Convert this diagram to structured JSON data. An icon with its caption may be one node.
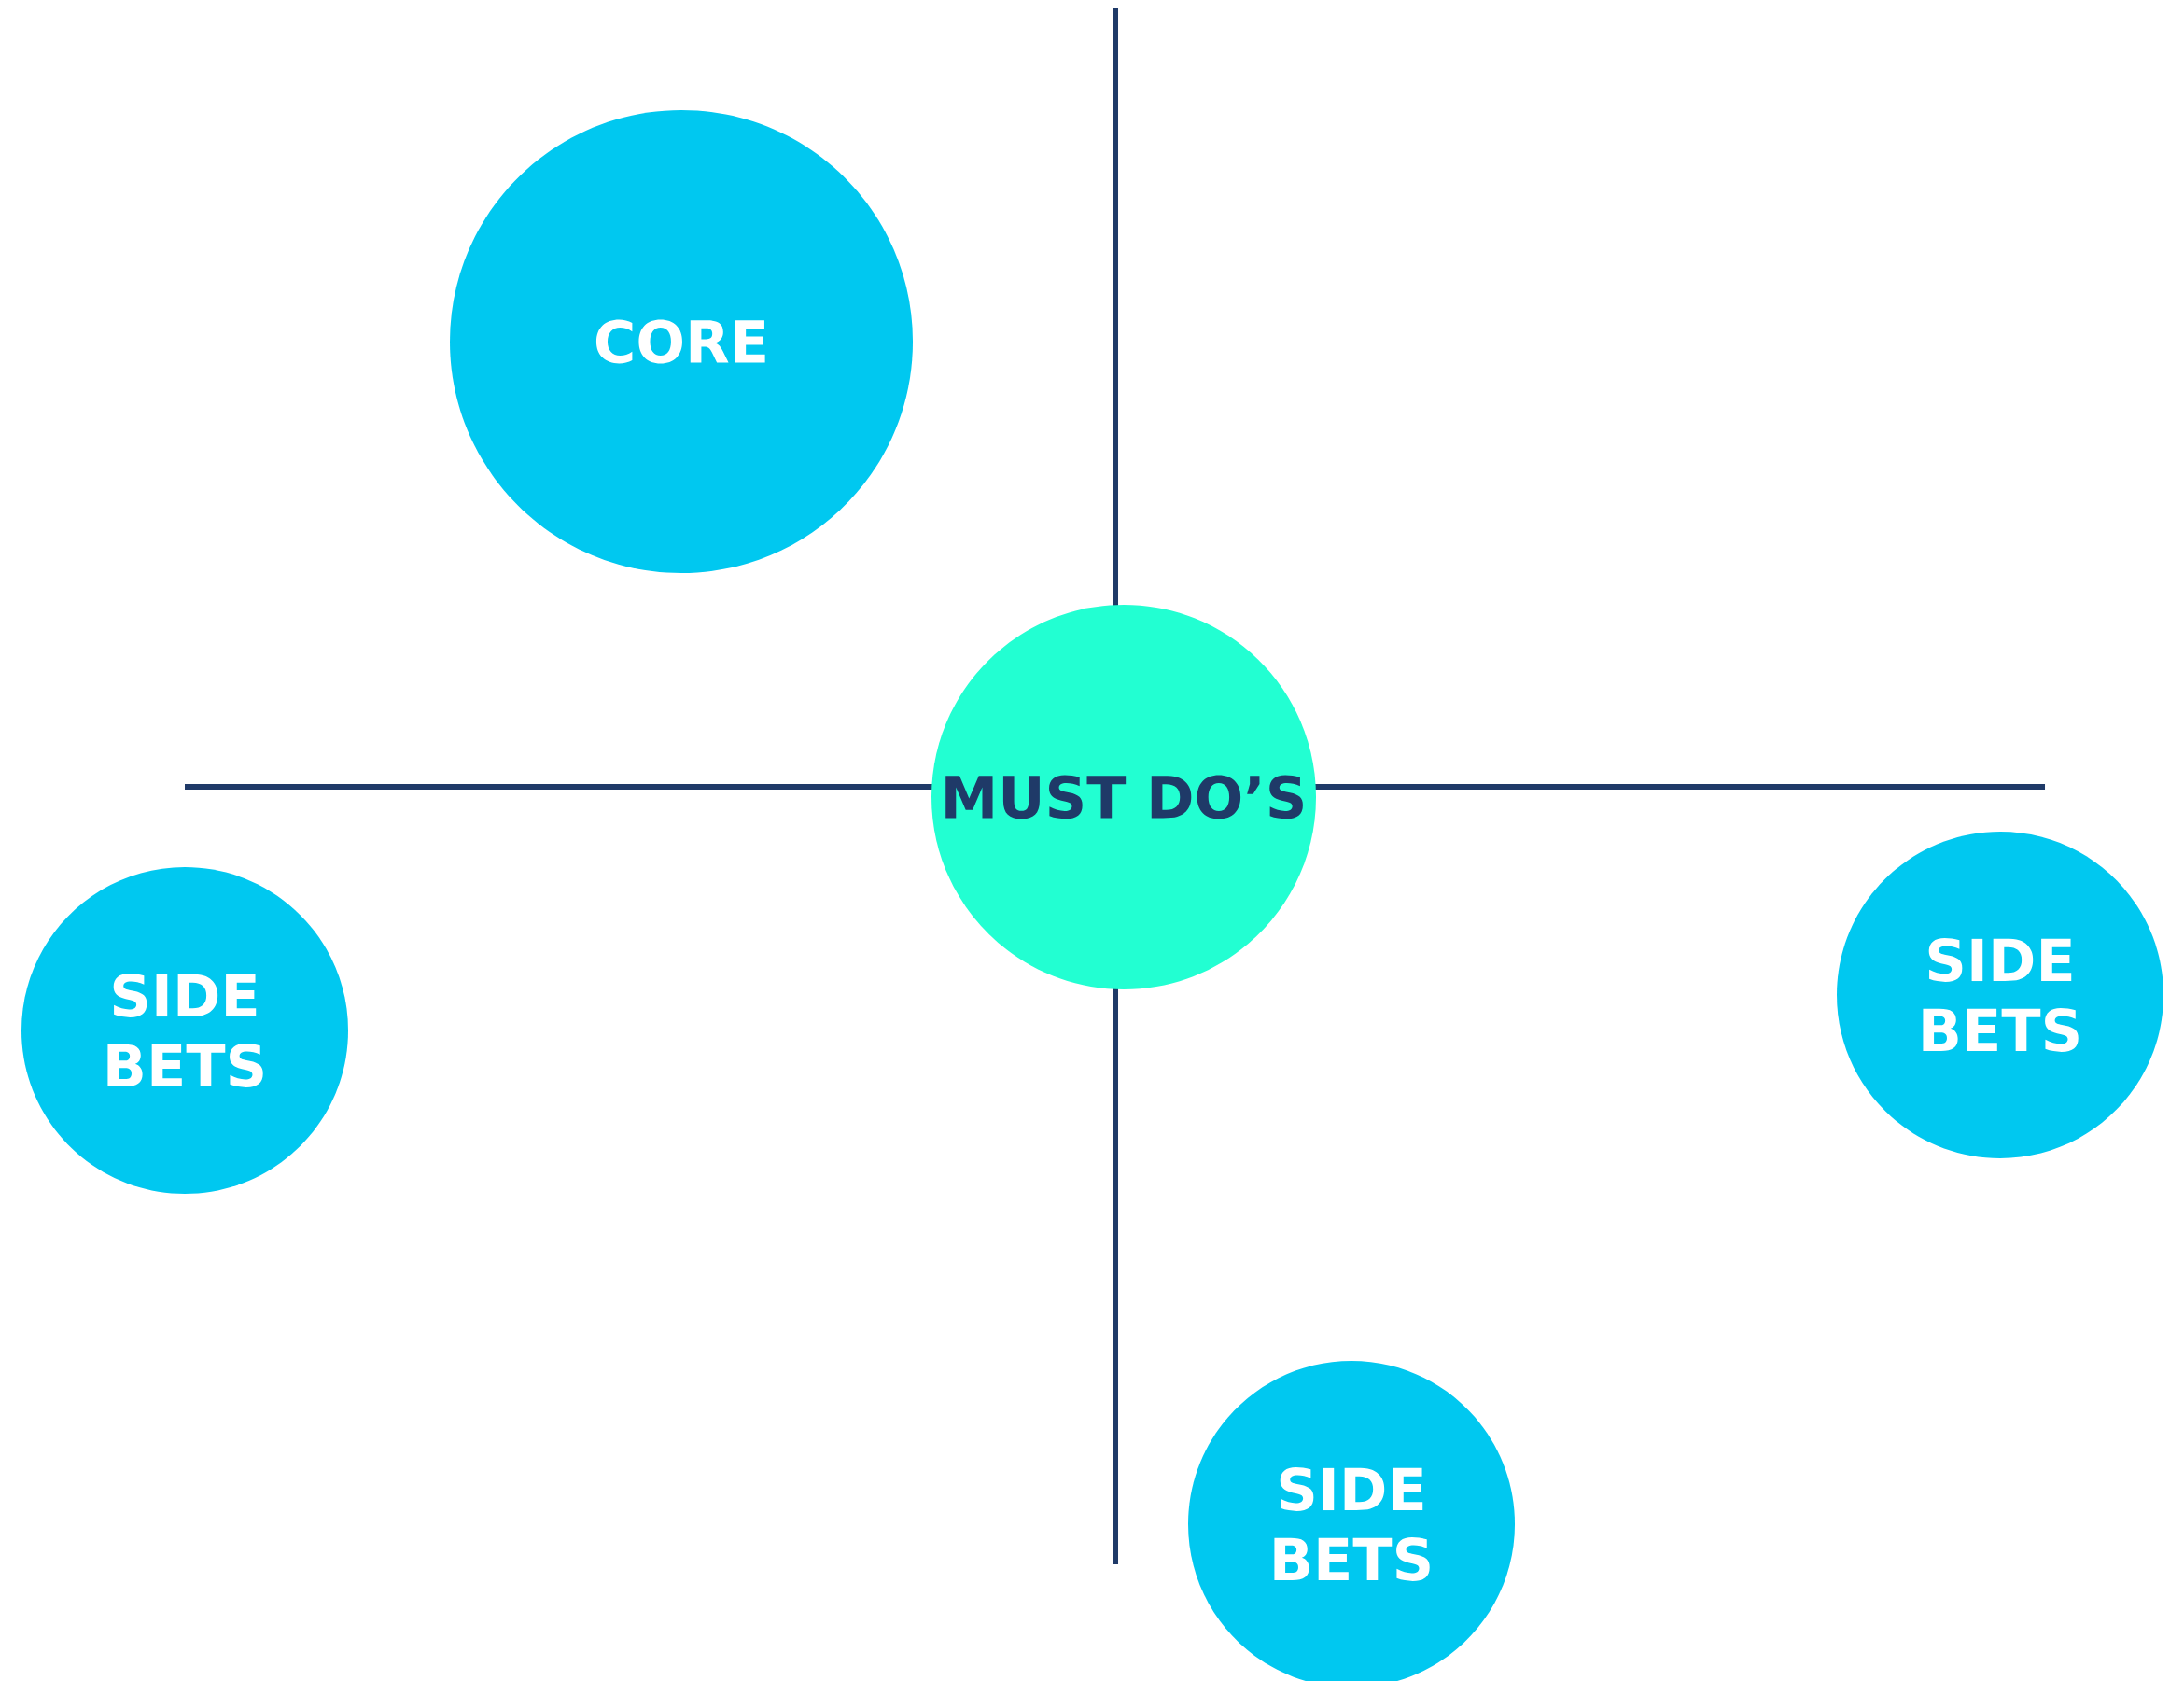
{
  "diagram": {
    "nodes": [
      {
        "text": [
          "CORE"
        ]
      },
      {
        "text": [
          "MUST DO’S"
        ]
      },
      {
        "text": [
          "SIDE BETS"
        ]
      },
      {
        "text": [
          "SIDE BETS"
        ]
      },
      {
        "text": [
          "SIDE BETS"
        ]
      }
    ]
  }
}
